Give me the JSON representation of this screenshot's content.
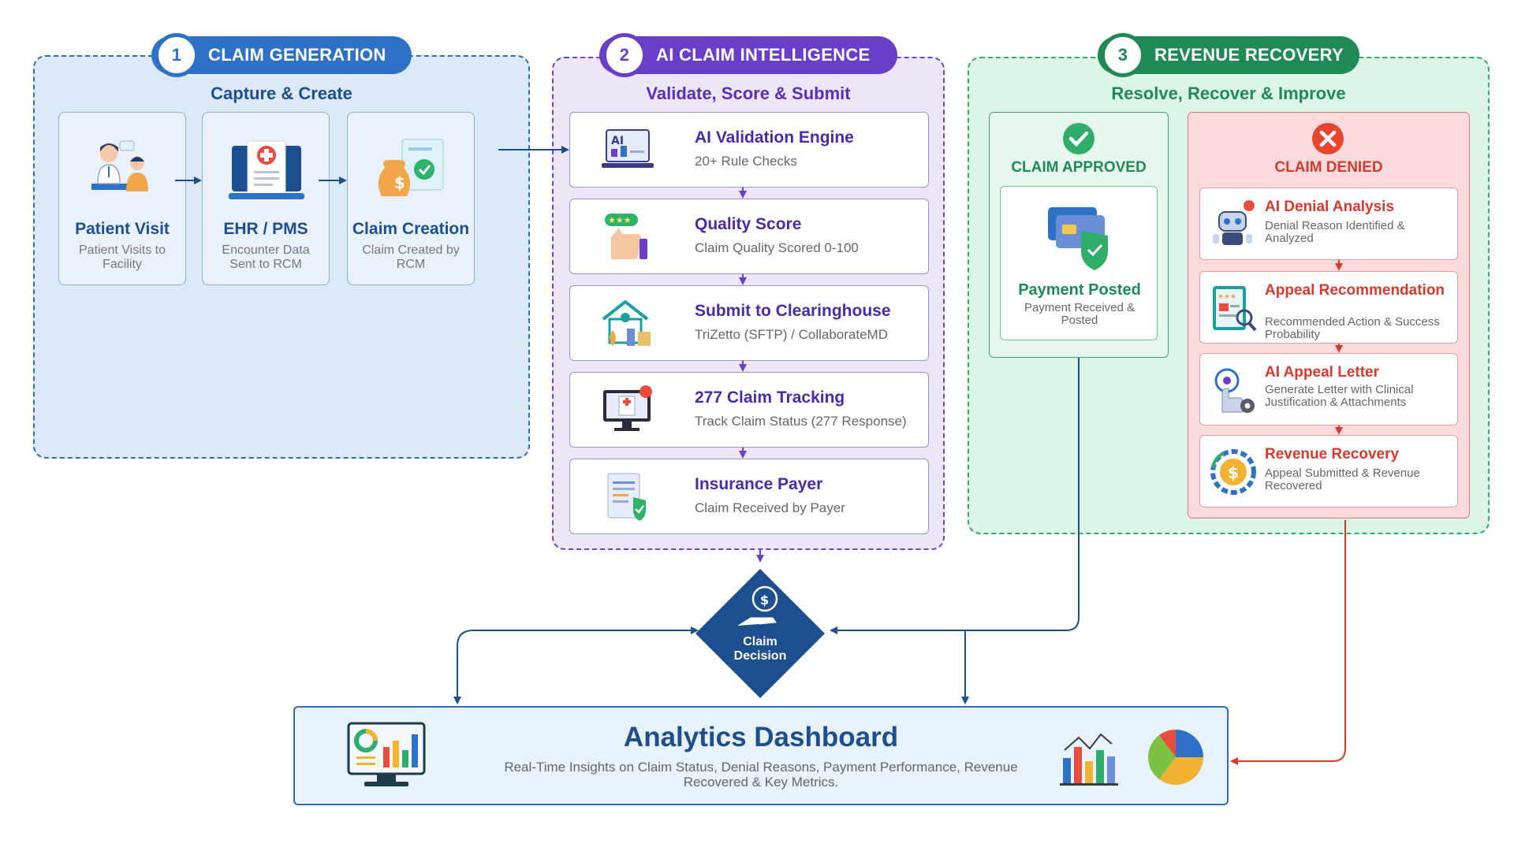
{
  "sections": [
    {
      "number": "1",
      "title": "CLAIM GENERATION",
      "subtitle": "Capture & Create",
      "color": "#2d72c6"
    },
    {
      "number": "2",
      "title": "AI CLAIM INTELLIGENCE",
      "subtitle": "Validate, Score & Submit",
      "color": "#6a3fc8"
    },
    {
      "number": "3",
      "title": "REVENUE RECOVERY",
      "subtitle": "Resolve, Recover & Improve",
      "color": "#1f8a55"
    }
  ],
  "generation_steps": [
    {
      "title": "Patient Visit",
      "subtitle": "Patient Visits to Facility",
      "icon": "doctor-patient-icon"
    },
    {
      "title": "EHR / PMS",
      "subtitle": "Encounter Data Sent to RCM",
      "icon": "ehr-monitor-icon"
    },
    {
      "title": "Claim Creation",
      "subtitle": "Claim Created by RCM",
      "icon": "money-bag-icon"
    }
  ],
  "intelligence_steps": [
    {
      "title": "AI Validation Engine",
      "subtitle": "20+ Rule Checks",
      "icon": "ai-laptop-icon"
    },
    {
      "title": "Quality Score",
      "subtitle": "Claim Quality Scored 0-100",
      "icon": "thumbs-up-icon"
    },
    {
      "title": "Submit to Clearinghouse",
      "subtitle": "TriZetto (SFTP) / CollaborateMD",
      "icon": "clearinghouse-icon"
    },
    {
      "title": "277 Claim Tracking",
      "subtitle": "Track Claim Status (277 Response)",
      "icon": "tracking-monitor-icon"
    },
    {
      "title": "Insurance Payer",
      "subtitle": "Claim Received by Payer",
      "icon": "insurance-document-icon"
    }
  ],
  "approved": {
    "title": "CLAIM APPROVED",
    "card_title": "Payment Posted",
    "card_subtitle": "Payment Received & Posted"
  },
  "denied": {
    "title": "CLAIM DENIED",
    "steps": [
      {
        "title": "AI Denial Analysis",
        "subtitle": "Denial Reason Identified & Analyzed",
        "icon": "robot-icon"
      },
      {
        "title": "Appeal Recommendation",
        "subtitle": "Recommended Action & Success Probability",
        "icon": "appeal-tablet-icon"
      },
      {
        "title": "AI Appeal Letter",
        "subtitle": "Generate Letter with Clinical Justification & Attachments",
        "icon": "ai-hand-gear-icon"
      },
      {
        "title": "Revenue Recovery",
        "subtitle": "Appeal Submitted & Revenue Recovered",
        "icon": "coin-gear-icon"
      }
    ]
  },
  "decision": {
    "label": "Claim Decision"
  },
  "analytics": {
    "title": "Analytics Dashboard",
    "subtitle": "Real-Time Insights on Claim Status, Denial Reasons, Payment Performance, Revenue Recovered & Key Metrics."
  },
  "colors": {
    "blue": "#2d72c6",
    "purple": "#6a3fc8",
    "green": "#1f8a55",
    "red": "#d43a2f",
    "navy": "#1d4f8e"
  }
}
